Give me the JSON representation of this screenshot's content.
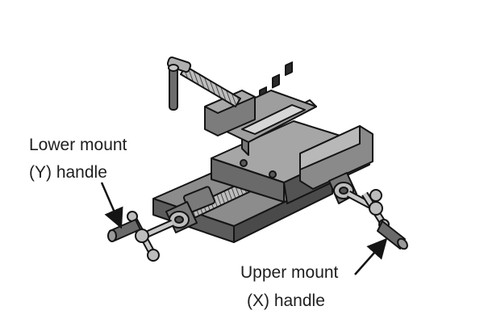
{
  "labels": {
    "lower_handle": {
      "line1": "Lower mount",
      "line2": "(Y) handle"
    },
    "upper_handle": {
      "line1": "Upper mount",
      "line2": "(X) handle"
    }
  },
  "colors": {
    "outline": "#141414",
    "body_light": "#9a9a9a",
    "body_mid": "#6e6e6e",
    "body_dark": "#3f3f3f",
    "metal": "#c8c8c8",
    "background": "#ffffff"
  }
}
